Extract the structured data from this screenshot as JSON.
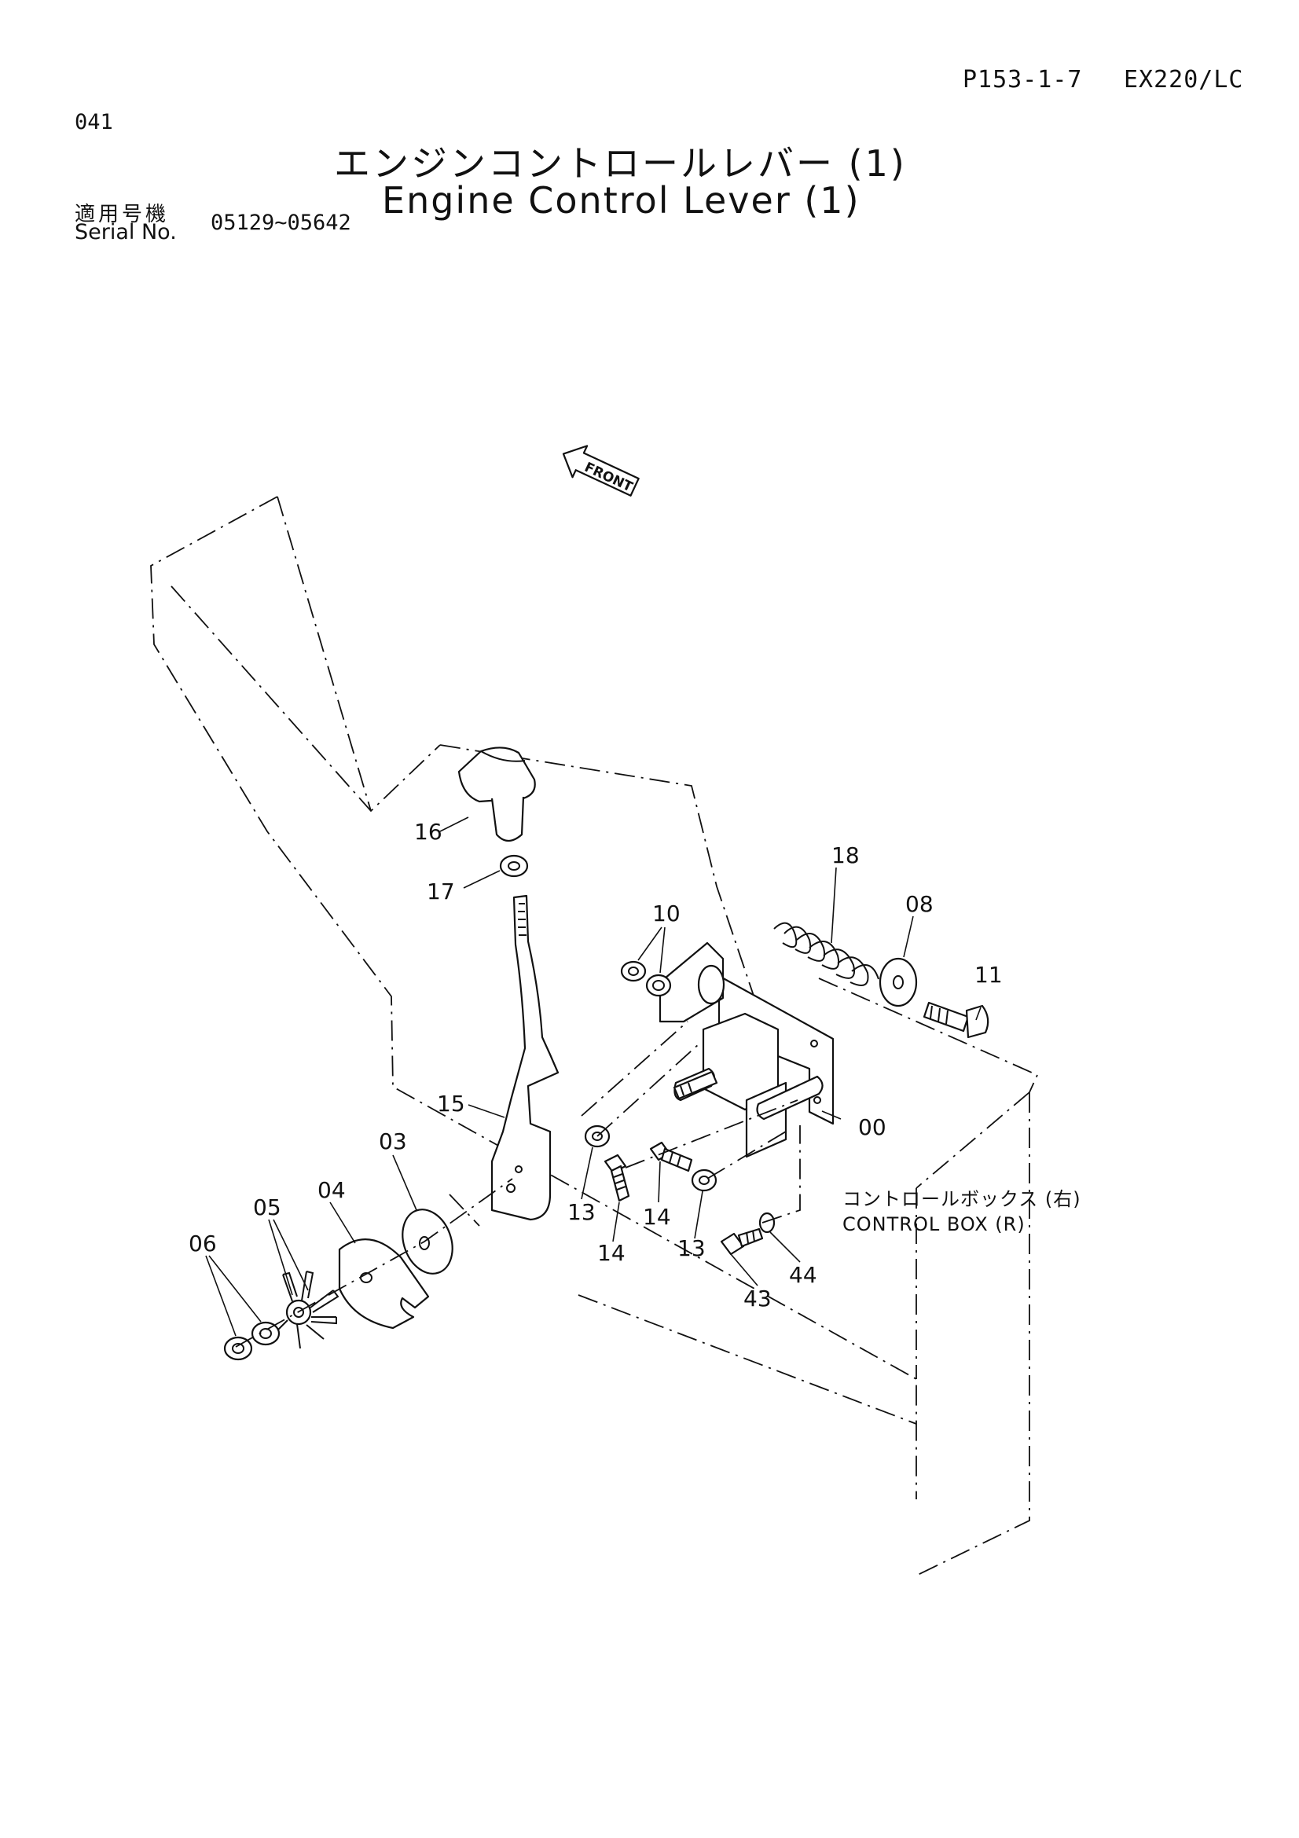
{
  "header": {
    "page_ref": "P153-1-7",
    "model": "EX220/LC",
    "page_number": "041"
  },
  "title": {
    "japanese": "エンジンコントロールレバー (1)",
    "english": "Engine Control Lever (1)"
  },
  "serial": {
    "label_jp": "適用号機",
    "label_en": "Serial No.",
    "range": "05129~05642"
  },
  "diagram": {
    "front_marker": "FRONT",
    "callouts": {
      "c16": "16",
      "c17": "17",
      "c10": "10",
      "c18": "18",
      "c08": "08",
      "c11": "11",
      "c15": "15",
      "c03": "03",
      "c04": "04",
      "c05": "05",
      "c06": "06",
      "c00": "00",
      "c13a": "13",
      "c14a": "14",
      "c14b": "14",
      "c13b": "13",
      "c43": "43",
      "c44": "44"
    },
    "control_box_jp": "コントロールボックス (右)",
    "control_box_en": "CONTROL  BOX (R)"
  }
}
